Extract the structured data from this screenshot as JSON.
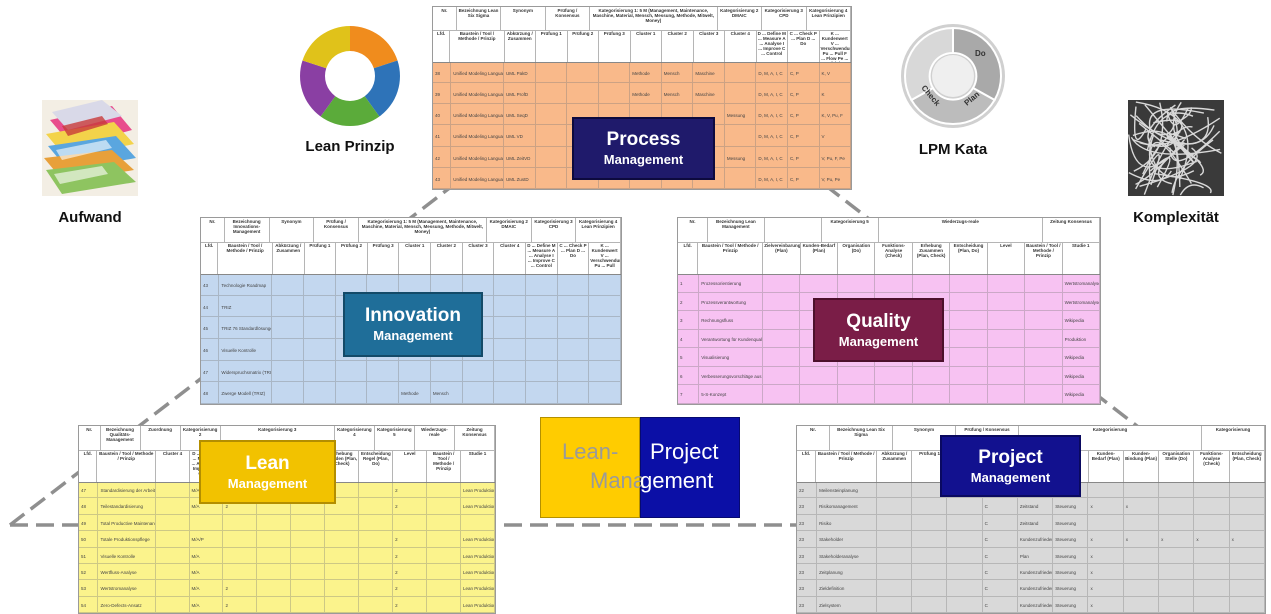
{
  "corner_labels": {
    "aufwand": "Aufwand",
    "lean_prinzip": "Lean Prinzip",
    "lpm_kata": "LPM Kata",
    "komplexitaet": "Komplexität"
  },
  "cycle_labels": [
    "Do",
    "Check",
    "Plan"
  ],
  "badges": {
    "process": {
      "title": "Process",
      "sub": "Management",
      "color": "#1f1a6b"
    },
    "innovation": {
      "title": "Innovation",
      "sub": "Management",
      "color": "#1f6e99"
    },
    "quality": {
      "title": "Quality",
      "sub": "Management",
      "color": "#7a1d47"
    },
    "lean": {
      "title": "Lean",
      "sub": "Management",
      "color": "#f2c200"
    },
    "project": {
      "title": "Project",
      "sub": "Management",
      "color": "#12118f"
    }
  },
  "center": {
    "left_top": "Lean-",
    "left_bottom": "Mana",
    "right_top": "Project",
    "right_bottom": "gement"
  },
  "sheets": {
    "process": {
      "head1": [
        "Nr.",
        "Bezeichnung Lean Six Sigma",
        "Synonym",
        "Prüfung / Konsensus",
        "Kategorisierung 1: 5 M (Management, Maintenance, Maschine, Material, Mensch, Messung, Methode, Mitwelt, Money)",
        "Kategorisierung 2 DMAIC",
        "Kategorisierung 3 CPD",
        "Kategorisierung 4 Lean Prinzipien"
      ],
      "head2": [
        "Lfd.",
        "Baustein / Tool / Methode / Prinzip",
        "Abkürzung / Zusammen",
        "Prüfung 1",
        "Prüfung 2",
        "Prüfung 3",
        "Cluster 1",
        "Cluster 2",
        "Cluster 3",
        "Cluster 4",
        "D ... Define M ... Measure A ... Analyse I ... Improve C ... Control",
        "C ... Check P ... Plan D ... Do",
        "K ... Kundenwert V ... Verschwendung Pu ... Pull F ... Flow Pe ... Perfektion"
      ],
      "rows": [
        [
          "38",
          "Unified Modeling Language: Paketdiagramm",
          "UML PakD",
          "",
          "",
          "",
          "Methode",
          "Mensch",
          "Maschine",
          "",
          "D, M, A, I, C",
          "C, P",
          "K, V"
        ],
        [
          "39",
          "Unified Modeling Language: Profildiagramm",
          "UML ProfD",
          "",
          "",
          "",
          "Methode",
          "Mensch",
          "Maschine",
          "",
          "D, M, A, I, C",
          "C, P",
          "K"
        ],
        [
          "40",
          "Unified Modeling Language: Sequenzdiagramm",
          "UML SeqD",
          "",
          "",
          "",
          "",
          "",
          "",
          "Messung",
          "D, M, A, I, C",
          "C, P",
          "K, V, Pu, F"
        ],
        [
          "41",
          "Unified Modeling Language: Verteilungsdiagramm",
          "UML VD",
          "",
          "",
          "",
          "",
          "",
          "",
          "",
          "D, M, A, I, C",
          "C, P",
          "V"
        ],
        [
          "42",
          "Unified Modeling Language: Zeitverlaufsdiagramm",
          "UML ZeitVD",
          "",
          "",
          "",
          "",
          "",
          "",
          "Messung",
          "D, M, A, I, C",
          "C, P",
          "V, Pu, F, Pe"
        ],
        [
          "43",
          "Unified Modeling Language: Zustandsdiagramm",
          "UML ZustD",
          "",
          "",
          "",
          "",
          "",
          "",
          "",
          "D, M, A, I, C",
          "C, P",
          "V, Pu, Pe"
        ]
      ]
    },
    "innovation": {
      "head1": [
        "Nr.",
        "Bezeichnung Innovations-Management",
        "Synonym",
        "Prüfung / Konsensus",
        "Kategorisierung 1: 5 M (Management, Maintenance, Maschine, Material, Mensch, Messung, Methode, Mitwelt, Money)",
        "Kategorisierung 2 DMAIC",
        "Kategorisierung 3 CPD",
        "Kategorisierung 4 Lean Prinzipien"
      ],
      "head2": [
        "Lfd.",
        "Baustein / Tool / Methode / Prinzip",
        "Abkürzung / Zusammen",
        "Prüfung 1",
        "Prüfung 2",
        "Prüfung 3",
        "Cluster 1",
        "Cluster 2",
        "Cluster 3",
        "Cluster 4",
        "D ... Define M ... Measure A ... Analyse I ... Improve C ... Control",
        "C ... Check P ... Plan D ... Do",
        "K ... Kundenwert V ... Verschwendung Pu ... Pull"
      ],
      "rows": [
        [
          "43",
          "Technologie Roadmap",
          "",
          "",
          "",
          "",
          "",
          "",
          "",
          "",
          "",
          "",
          ""
        ],
        [
          "44",
          "TRIZ",
          "",
          "",
          "",
          "",
          "",
          "",
          "",
          "",
          "",
          "",
          ""
        ],
        [
          "45",
          "TRIZ 76 Standardlösungen",
          "",
          "",
          "",
          "",
          "",
          "",
          "",
          "",
          "",
          "",
          ""
        ],
        [
          "46",
          "Visuelle Kontrolle",
          "",
          "",
          "",
          "",
          "",
          "",
          "",
          "",
          "",
          "",
          ""
        ],
        [
          "47",
          "Widerspruchsmatrix (TRIZ)",
          "",
          "",
          "",
          "",
          "",
          "",
          "",
          "",
          "",
          "",
          ""
        ],
        [
          "48",
          "Zwerge Modell (TRIZ)",
          "",
          "",
          "",
          "",
          "Methode",
          "Mensch",
          "",
          "",
          "",
          "",
          ""
        ]
      ]
    },
    "quality": {
      "head1": [
        "Nr.",
        "Bezeichnung Lean Management",
        "",
        "Kategorisierung 5",
        "Wiederzugs-reale",
        "Zeitung Konsensus"
      ],
      "head2": [
        "Lfd.",
        "Baustein / Tool / Methode / Prinzip",
        "Zielvereinbarung (Plan)",
        "Kunden-Bedarf (Plan)",
        "Organisation (Do)",
        "Funktions-Analyse (Check)",
        "Erhebung Zusammen (Plan, Check)",
        "Entscheidung (Plan, Do)",
        "Level",
        "Baustein / Tool / Methode / Prinzip",
        "Studie 1"
      ],
      "rows": [
        [
          "1",
          "Prozessorientierung",
          "",
          "",
          "",
          "",
          "",
          "",
          "",
          "",
          "Wertstromanalyse"
        ],
        [
          "2",
          "Prozessverantwortung",
          "",
          "",
          "",
          "",
          "",
          "",
          "",
          "",
          "Wertstromanalyse"
        ],
        [
          "3",
          "Rechnungsfluss",
          "",
          "",
          "",
          "",
          "",
          "",
          "",
          "",
          "Wikipedia"
        ],
        [
          "4",
          "Verantwortung für Kundenqualität",
          "",
          "",
          "",
          "",
          "",
          "",
          "",
          "",
          "Produktion"
        ],
        [
          "5",
          "Visualisierung",
          "",
          "",
          "",
          "",
          "",
          "",
          "",
          "",
          "Wikipedia"
        ],
        [
          "6",
          "Verbesserungsvorschläge aus Kunden-Beschwerden",
          "",
          "",
          "",
          "",
          "",
          "",
          "",
          "",
          "Wikipedia"
        ],
        [
          "7",
          "5-S-Konzept",
          "",
          "",
          "",
          "",
          "",
          "",
          "",
          "",
          "Wikipedia"
        ]
      ]
    },
    "lean": {
      "head1": [
        "Nr.",
        "Bezeichnung Qualitäts-Management",
        "Zuordnung",
        "Kategorisierung 2",
        "Kategorisierung 3",
        "Kategorisierung 4",
        "Kategorisierung 5",
        "Wiederzugs-reale",
        "Zeitung Konsensus"
      ],
      "head2": [
        "Lfd.",
        "Baustein / Tool / Methode / Prinzip",
        "Cluster 4",
        "D ... Define M ... Measure A ... Analyse I ... Improve C ... Control",
        "",
        "",
        "Problem-Situation (Check)",
        "Erhebung Kunden (Plan, Check)",
        "Entscheidung Regel (Plan, Do)",
        "Level",
        "Baustein / Tool / Methode / Prinzip",
        "Studie 1"
      ],
      "rows": [
        [
          "47",
          "Standardisierung der Arbeitsabläufe",
          "",
          "M/A",
          "",
          "",
          "",
          "",
          "",
          "2",
          "",
          "Lean Produktion"
        ],
        [
          "48",
          "Teilestandardisierung",
          "",
          "M/A",
          "2",
          "",
          "",
          "",
          "",
          "2",
          "",
          "Lean Produktion"
        ],
        [
          "49",
          "Total Productive Maintenance (TPM)",
          "",
          "",
          "",
          "",
          "",
          "",
          "",
          "",
          "",
          ""
        ],
        [
          "50",
          "Totale Produktionspflege",
          "",
          "M/A/P",
          "",
          "",
          "",
          "",
          "",
          "2",
          "",
          "Lean Produktion"
        ],
        [
          "51",
          "Visuelle Kontrolle",
          "",
          "M/A",
          "",
          "",
          "",
          "",
          "",
          "2",
          "",
          "Lean Produktion"
        ],
        [
          "52",
          "Wertfluss-Analyse",
          "",
          "M/A",
          "",
          "",
          "",
          "",
          "",
          "2",
          "",
          "Lean Produktion"
        ],
        [
          "53",
          "Wertstromanalyse",
          "",
          "M/A",
          "2",
          "",
          "",
          "",
          "",
          "2",
          "",
          "Lean Produktion"
        ],
        [
          "54",
          "Zero-Defects-Ansatz",
          "",
          "M/A",
          "2",
          "",
          "",
          "",
          "",
          "2",
          "",
          "Lean Produktion"
        ]
      ]
    },
    "project": {
      "head1": [
        "Nr.",
        "Bezeichnung Lean Six Sigma",
        "Synonym",
        "Prüfung / Konsensus",
        "Kategorisierung",
        "Kategorisierung"
      ],
      "head2": [
        "Lfd.",
        "Baustein / Tool / Methode / Prinzip",
        "Abkürzung / Zusammen",
        "Prüfung 1",
        "Prüfung 2",
        "",
        "",
        "",
        "Kunden-Bedarf (Plan)",
        "Kunden-Bindung (Plan)",
        "Organisation Stelle (Do)",
        "Funktions-Analyse (Check)",
        "Entscheidung (Plan, Check)"
      ],
      "rows": [
        [
          "22",
          "Meilensteinplanung",
          "",
          "",
          "",
          "",
          "",
          "",
          "",
          "",
          "",
          "",
          ""
        ],
        [
          "23",
          "Risikomanagement",
          "",
          "",
          "",
          "C",
          "Zeitstand",
          "Steuerung",
          "x",
          "x",
          "",
          "",
          ""
        ],
        [
          "23",
          "Risiko",
          "",
          "",
          "",
          "C",
          "Zeitstand",
          "Steuerung",
          "",
          "",
          "",
          "",
          ""
        ],
        [
          "23",
          "Stakeholder",
          "",
          "",
          "",
          "C",
          "Kundenzufriedenheit",
          "Steuerung",
          "x",
          "x",
          "x",
          "x",
          "x"
        ],
        [
          "23",
          "Stakeholderanalyse",
          "",
          "",
          "",
          "C",
          "Plan",
          "Steuerung",
          "x",
          "",
          "",
          "",
          ""
        ],
        [
          "23",
          "Zeitplanung",
          "",
          "",
          "",
          "C",
          "Kundenzufriedenheit",
          "Steuerung",
          "x",
          "",
          "",
          "",
          ""
        ],
        [
          "23",
          "Zieldefinition",
          "",
          "",
          "",
          "C",
          "Kundenzufriedenheit",
          "Steuerung",
          "x",
          "",
          "",
          "",
          ""
        ],
        [
          "23",
          "Zielsystem",
          "",
          "",
          "",
          "C",
          "Kundenzufriedenheit",
          "Steuerung",
          "x",
          "",
          "",
          "",
          ""
        ]
      ]
    }
  }
}
